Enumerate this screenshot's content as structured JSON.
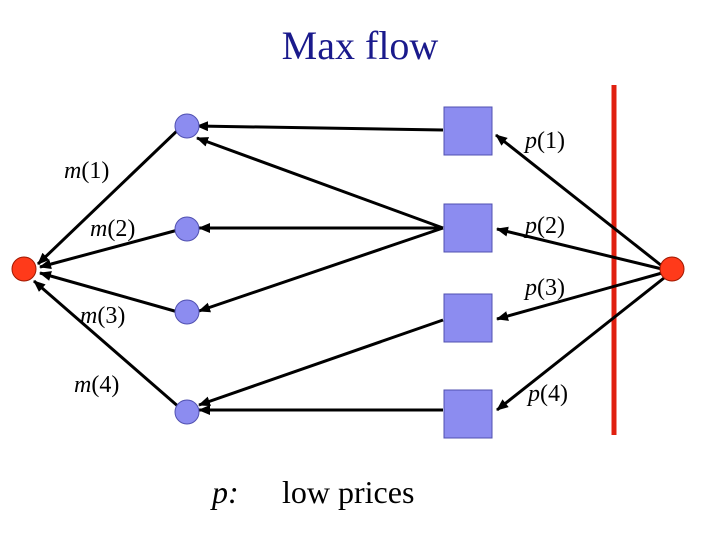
{
  "title": "Max flow",
  "market_labels": [
    {
      "id": "m1",
      "func": "m",
      "arg": "(1)"
    },
    {
      "id": "m2",
      "func": "m",
      "arg": "(2)"
    },
    {
      "id": "m3",
      "func": "m",
      "arg": "(3)"
    },
    {
      "id": "m4",
      "func": "m",
      "arg": "(4)"
    }
  ],
  "price_labels": [
    {
      "id": "p1",
      "func": "p",
      "arg": "(1)"
    },
    {
      "id": "p2",
      "func": "p",
      "arg": "(2)"
    },
    {
      "id": "p3",
      "func": "p",
      "arg": "(3)"
    },
    {
      "id": "p4",
      "func": "p",
      "arg": "(4)"
    }
  ],
  "caption": {
    "symbol": "p:",
    "text": "low prices"
  },
  "colors": {
    "title": "#1a1a8c",
    "circle_node": "#8c8cf0",
    "square_node": "#8c8cf0",
    "terminal_node": "#ff3a1a",
    "cut_line": "#e02010",
    "edge": "#000000"
  }
}
